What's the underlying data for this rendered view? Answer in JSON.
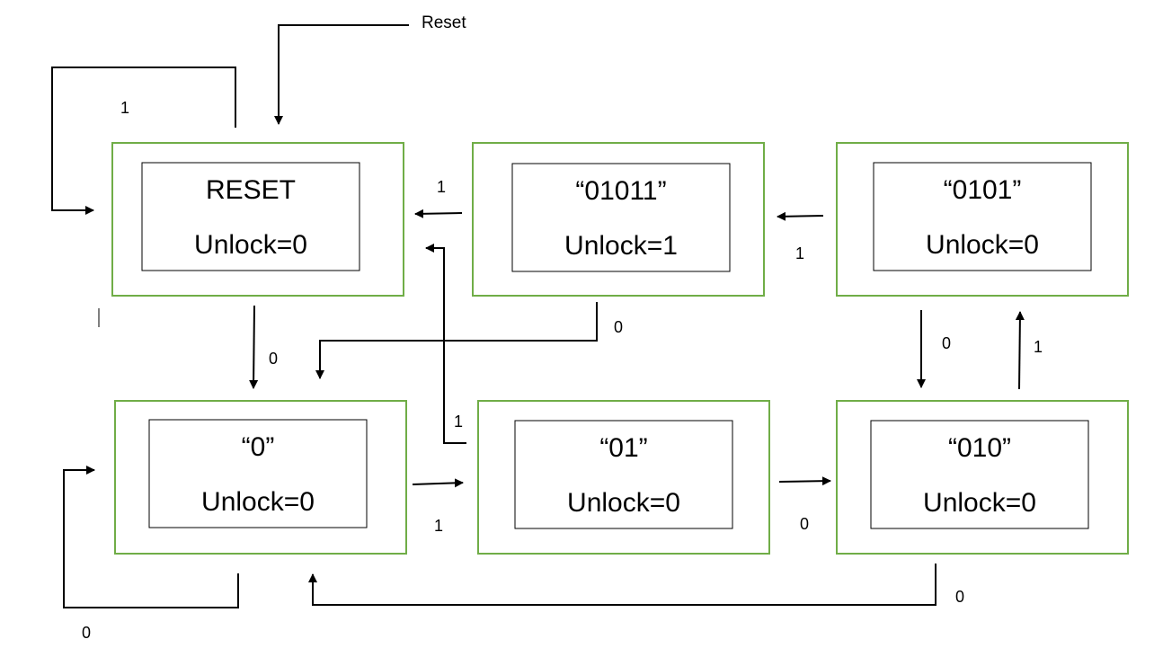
{
  "states": {
    "reset": {
      "name": "RESET",
      "output": "Unlock=0"
    },
    "s01011": {
      "name": "“01011”",
      "output": "Unlock=1"
    },
    "s0101": {
      "name": "“0101”",
      "output": "Unlock=0"
    },
    "s0": {
      "name": "“0”",
      "output": "Unlock=0"
    },
    "s01": {
      "name": "“01”",
      "output": "Unlock=0"
    },
    "s010": {
      "name": "“010”",
      "output": "Unlock=0"
    }
  },
  "reset_input": "Reset",
  "transitions": [
    {
      "from": "RESET",
      "to": "RESET",
      "input": "1"
    },
    {
      "from": "RESET",
      "to": "“0”",
      "input": "0"
    },
    {
      "from": "“01011”",
      "to": "RESET",
      "input": "1"
    },
    {
      "from": "“01011”",
      "to": "“0”",
      "input": "0"
    },
    {
      "from": "“0101”",
      "to": "“01011”",
      "input": "1"
    },
    {
      "from": "“0101”",
      "to": "“010”",
      "input": "0"
    },
    {
      "from": "“0”",
      "to": "“0”",
      "input": "0"
    },
    {
      "from": "“0”",
      "to": "“01”",
      "input": "1"
    },
    {
      "from": "“01”",
      "to": "RESET",
      "input": "1"
    },
    {
      "from": "“01”",
      "to": "“010”",
      "input": "0"
    },
    {
      "from": "“010”",
      "to": "“0101”",
      "input": "1"
    },
    {
      "from": "“010”",
      "to": "“0”",
      "input": "0"
    }
  ]
}
